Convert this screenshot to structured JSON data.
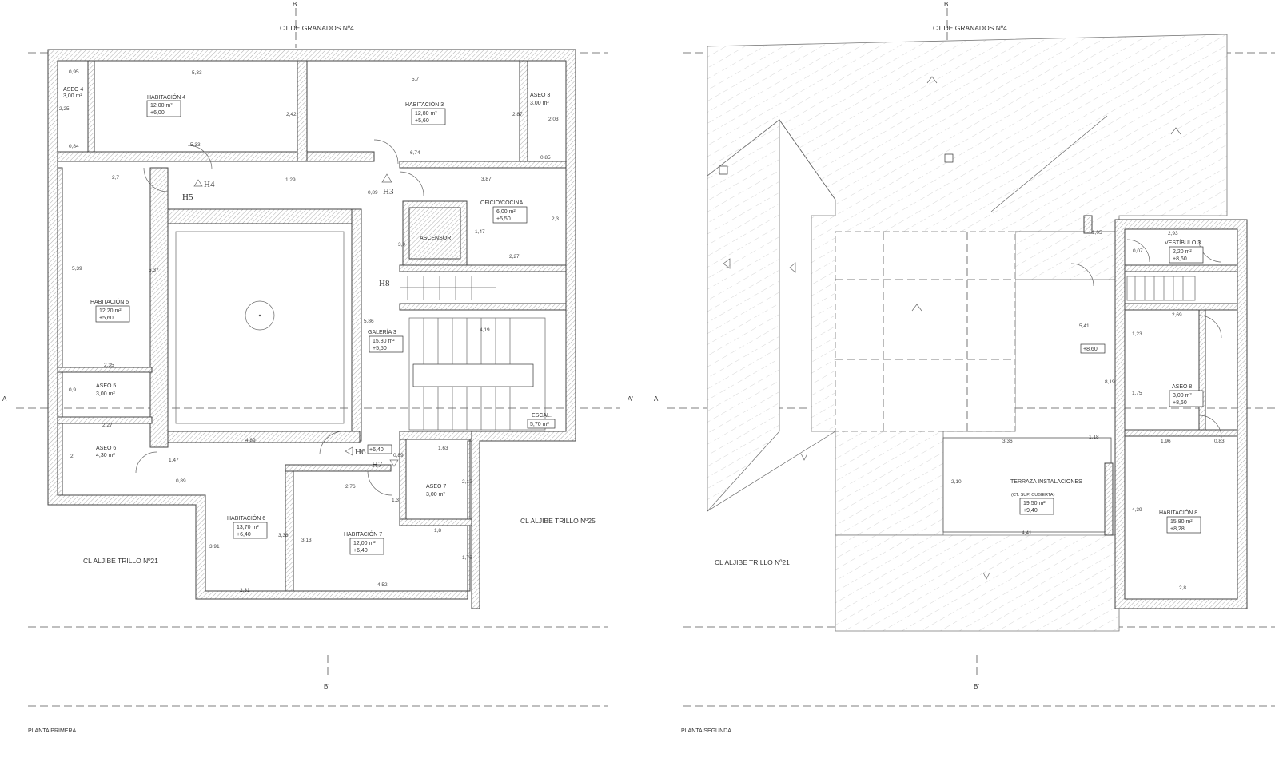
{
  "plans": [
    {
      "title": "PLANTA PRIMERA",
      "section_b_top": "B",
      "section_b_bottom": "B'",
      "section_a_left": "A",
      "section_a_right": "A'",
      "street_top": "CT DE GRANADOS Nº4",
      "street_left": "CL ALJIBE TRILLO Nº21",
      "street_right": "CL ALJIBE TRILLO Nº25",
      "rooms": [
        {
          "name": "ASEO 4",
          "area": "3,00 m²"
        },
        {
          "name": "HABITACIÓN 4",
          "area": "12,00 m²",
          "level": "+6,00"
        },
        {
          "name": "HABITACIÓN 3",
          "area": "12,80 m²",
          "level": "+5,60"
        },
        {
          "name": "ASEO 3",
          "area": "3,00 m²"
        },
        {
          "name": "OFICIO/COCINA",
          "area": "6,00 m²",
          "level": "+5,50"
        },
        {
          "name": "ASCENSOR"
        },
        {
          "name": "HABITACIÓN 5",
          "area": "12,20 m²",
          "level": "+5,60"
        },
        {
          "name": "ASEO 5",
          "area": "3,00 m²"
        },
        {
          "name": "GALERÍA 3",
          "area": "15,80 m²",
          "level": "+5,50"
        },
        {
          "name": "ESCAL.",
          "area": "5,70 m²"
        },
        {
          "name": "ASEO 6",
          "area": "4,30 m²"
        },
        {
          "name": "ASEO 7",
          "area": "3,00 m²"
        },
        {
          "name": "HABITACIÓN 6",
          "area": "13,70 m²",
          "level": "+6,40"
        },
        {
          "name": "HABITACIÓN 7",
          "area": "12,00 m²",
          "level": "+6,40"
        }
      ],
      "tags": [
        "H3",
        "H4",
        "H5",
        "H6",
        "H7",
        "H8"
      ],
      "level_h6": "+6,40",
      "dimensions": [
        "0,95",
        "5,33",
        "5,7",
        "2,25",
        "2,42",
        "0,84",
        "5,33",
        "2,87",
        "2,03",
        "0,85",
        "6,74",
        "2,7",
        "1,29",
        "0,89",
        "3,87",
        "2,3",
        "1,47",
        "2,27",
        "3,9",
        "5,39",
        "5,37",
        "2,35",
        "0,9",
        "5,86",
        "4,19",
        "2,27",
        "2",
        "1,47",
        "0,89",
        "4,89",
        "1,63",
        "0,89",
        "2,76",
        "2,12",
        "1,3",
        "1,8",
        "3,91",
        "3,38",
        "3,13",
        "1,76",
        "2,31",
        "4,52"
      ]
    },
    {
      "title": "PLANTA SEGUNDA",
      "section_b_top": "B",
      "section_b_bottom": "B'",
      "section_a_left": "A",
      "street_top": "CT DE GRANADOS Nº4",
      "street_left": "CL ALJIBE TRILLO Nº21",
      "rooms": [
        {
          "name": "VESTÍBULO 3",
          "area": "2,20 m²",
          "level": "+8,60"
        },
        {
          "name": "ASEO 8",
          "area": "3,00 m²",
          "level": "+8,60"
        },
        {
          "name": "TERRAZA INSTALACIONES",
          "note": "(CT. SUP. CUBIERTA)",
          "area": "19,50 m²",
          "level": "+9,40"
        },
        {
          "name": "HABITACIÓN 8",
          "area": "15,80 m²",
          "level": "+8,28"
        }
      ],
      "level_stair": "+8,60",
      "dimensions": [
        "1,05",
        "2,93",
        "0,07",
        "2,69",
        "1,23",
        "5,41",
        "8,19",
        "1,75",
        "1,18",
        "3,36",
        "1,96",
        "0,83",
        "2,10",
        "4,39",
        "4,41",
        "2,8"
      ]
    }
  ]
}
